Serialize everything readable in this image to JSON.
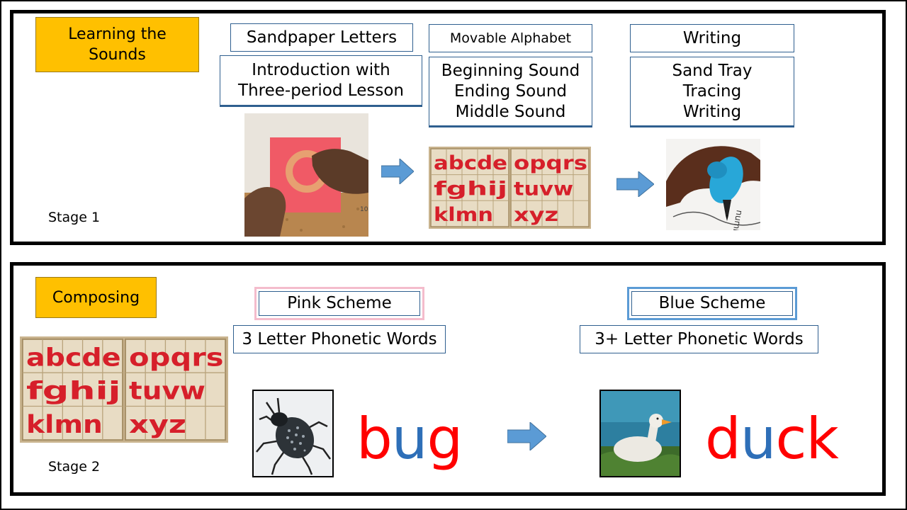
{
  "stage1": {
    "label": "Learning the Sounds",
    "stage_text": "Stage 1",
    "sandpaper": {
      "title": "Sandpaper Letters",
      "desc": "Introduction with\nThree-period Lesson"
    },
    "movable": {
      "title": "Movable Alphabet",
      "desc": "Beginning Sound\nEnding Sound\nMiddle Sound"
    },
    "writing": {
      "title": "Writing",
      "desc": "Sand Tray\nTracing\nWriting"
    }
  },
  "stage2": {
    "label": "Composing",
    "stage_text": "Stage 2",
    "pink": {
      "title": "Pink Scheme",
      "desc": "3 Letter Phonetic Words"
    },
    "blue": {
      "title": "Blue Scheme",
      "desc": "3+ Letter Phonetic Words"
    },
    "word1": {
      "letters": [
        "b",
        "u",
        "g"
      ]
    },
    "word2": {
      "letters": [
        "d",
        "u",
        "c",
        "k"
      ]
    }
  },
  "colors": {
    "consonant": "#ff0000",
    "vowel": "#2e6fb8",
    "label_bg": "#ffc000",
    "arrow": "#5b9bd5"
  },
  "alphabet_tray": {
    "left_rows": [
      "abcde",
      "fghij",
      "klmn"
    ],
    "right_rows": [
      "opqrs",
      "tuvw",
      "xyz"
    ]
  }
}
